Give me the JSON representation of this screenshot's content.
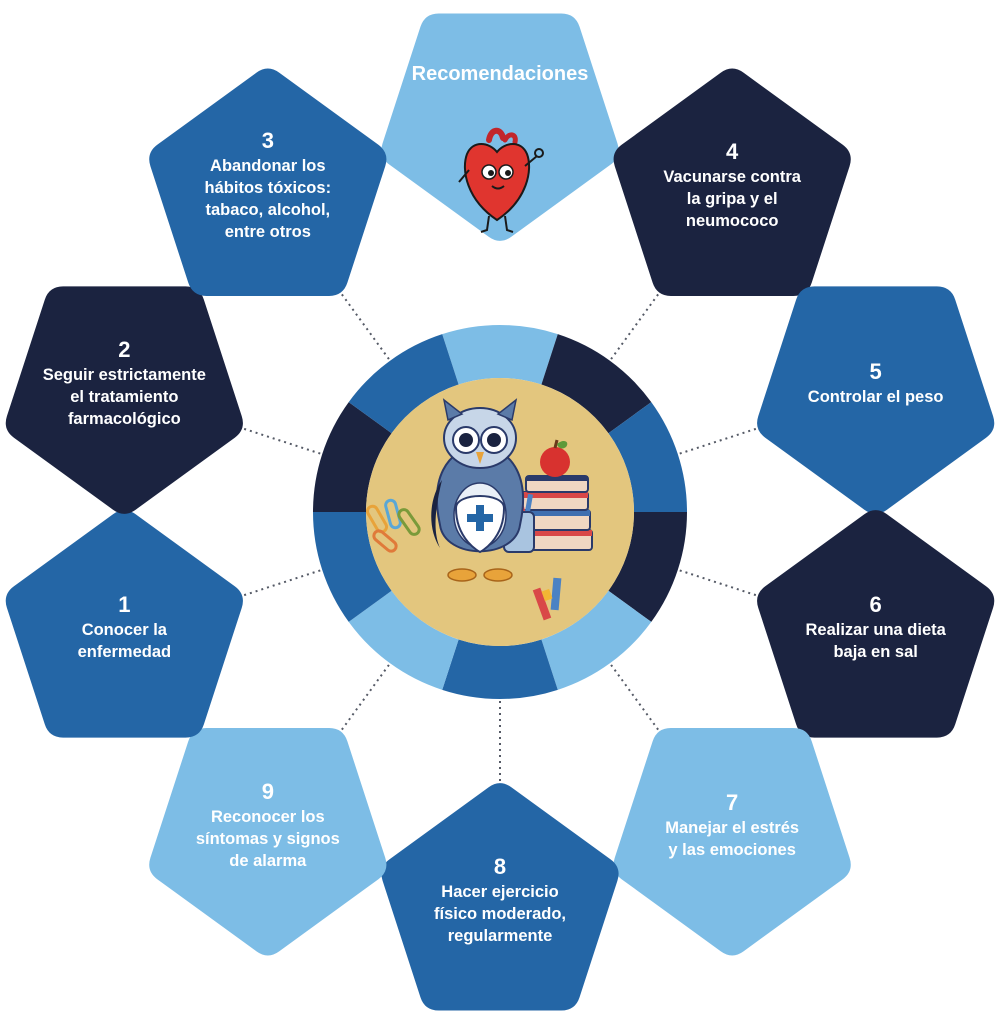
{
  "title": "Recomendaciones",
  "colors": {
    "navy": "#1b2340",
    "blue": "#2466a6",
    "light": "#7dbde6",
    "center": "#e3c67e",
    "dots": "#555a66"
  },
  "items": [
    {
      "number": "1",
      "label": [
        "Conocer la",
        "enfermedad"
      ],
      "color": "blue"
    },
    {
      "number": "2",
      "label": [
        "Seguir estrictamente",
        "el tratamiento",
        "farmacológico"
      ],
      "color": "navy"
    },
    {
      "number": "3",
      "label": [
        "Abandonar los",
        "hábitos tóxicos:",
        "tabaco, alcohol,",
        "entre otros"
      ],
      "color": "blue"
    },
    {
      "number": "4",
      "label": [
        "Vacunarse contra",
        "la gripa y el",
        "neumococo"
      ],
      "color": "navy"
    },
    {
      "number": "5",
      "label": [
        "Controlar el peso"
      ],
      "color": "blue"
    },
    {
      "number": "6",
      "label": [
        "Realizar una dieta",
        "baja en sal"
      ],
      "color": "navy"
    },
    {
      "number": "7",
      "label": [
        "Manejar el estrés",
        "y las emociones"
      ],
      "color": "light"
    },
    {
      "number": "8",
      "label": [
        "Hacer ejercicio",
        "físico moderado,",
        "regularmente"
      ],
      "color": "blue"
    },
    {
      "number": "9",
      "label": [
        "Reconocer los",
        "síntomas y signos",
        "de alarma"
      ],
      "color": "light"
    }
  ],
  "icons": {
    "title_pentagon": "heart-mascot-icon",
    "center": "owl-with-books-icon"
  }
}
